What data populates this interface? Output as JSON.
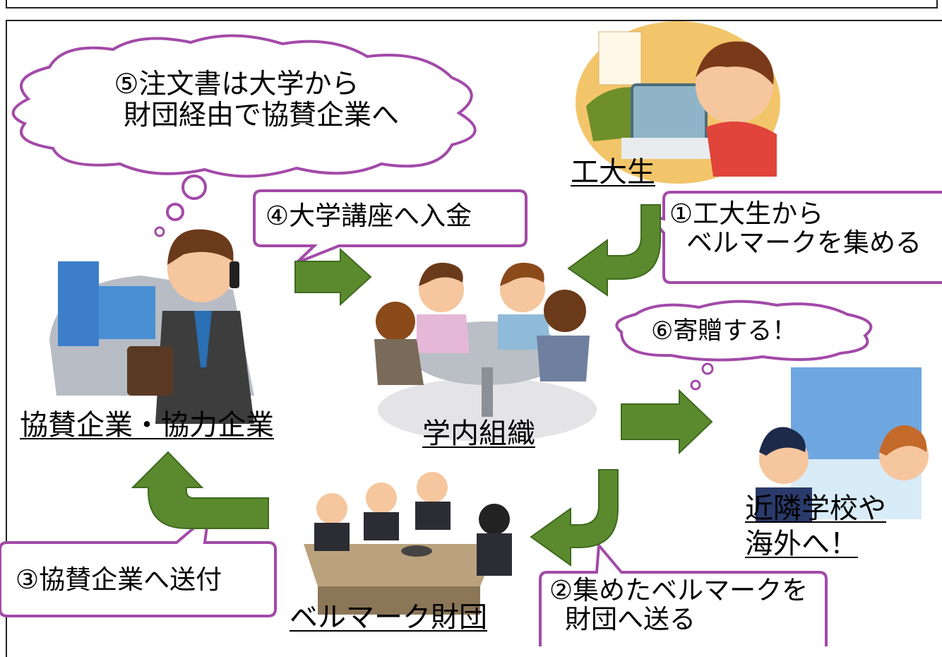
{
  "clouds": {
    "step5": {
      "line1": "⑤注文書は大学から",
      "line2": "財団経由で協賛企業へ"
    },
    "step6": {
      "text": "⑥寄贈する！"
    }
  },
  "callouts": {
    "step4": {
      "text": "④大学講座へ入金"
    },
    "step1": {
      "line1": "①工大生から",
      "line2": "ベルマークを集める"
    },
    "step3": {
      "text": "③協賛企業へ送付"
    },
    "step2": {
      "line1": "②集めたベルマークを",
      "line2": "財団へ送る"
    }
  },
  "nodes": {
    "student": {
      "label": "工大生"
    },
    "sponsor": {
      "label": "協賛企業・協力企業"
    },
    "campus": {
      "label": "学内組織"
    },
    "foundation": {
      "label": "ベルマーク財団"
    },
    "schools": {
      "line1": "近隣学校や",
      "line2": "海外へ！"
    }
  },
  "colors": {
    "bubble_border": "#a24aa8",
    "arrow_green": "#5b8a2e",
    "cloud_fill": "#ffffff"
  }
}
